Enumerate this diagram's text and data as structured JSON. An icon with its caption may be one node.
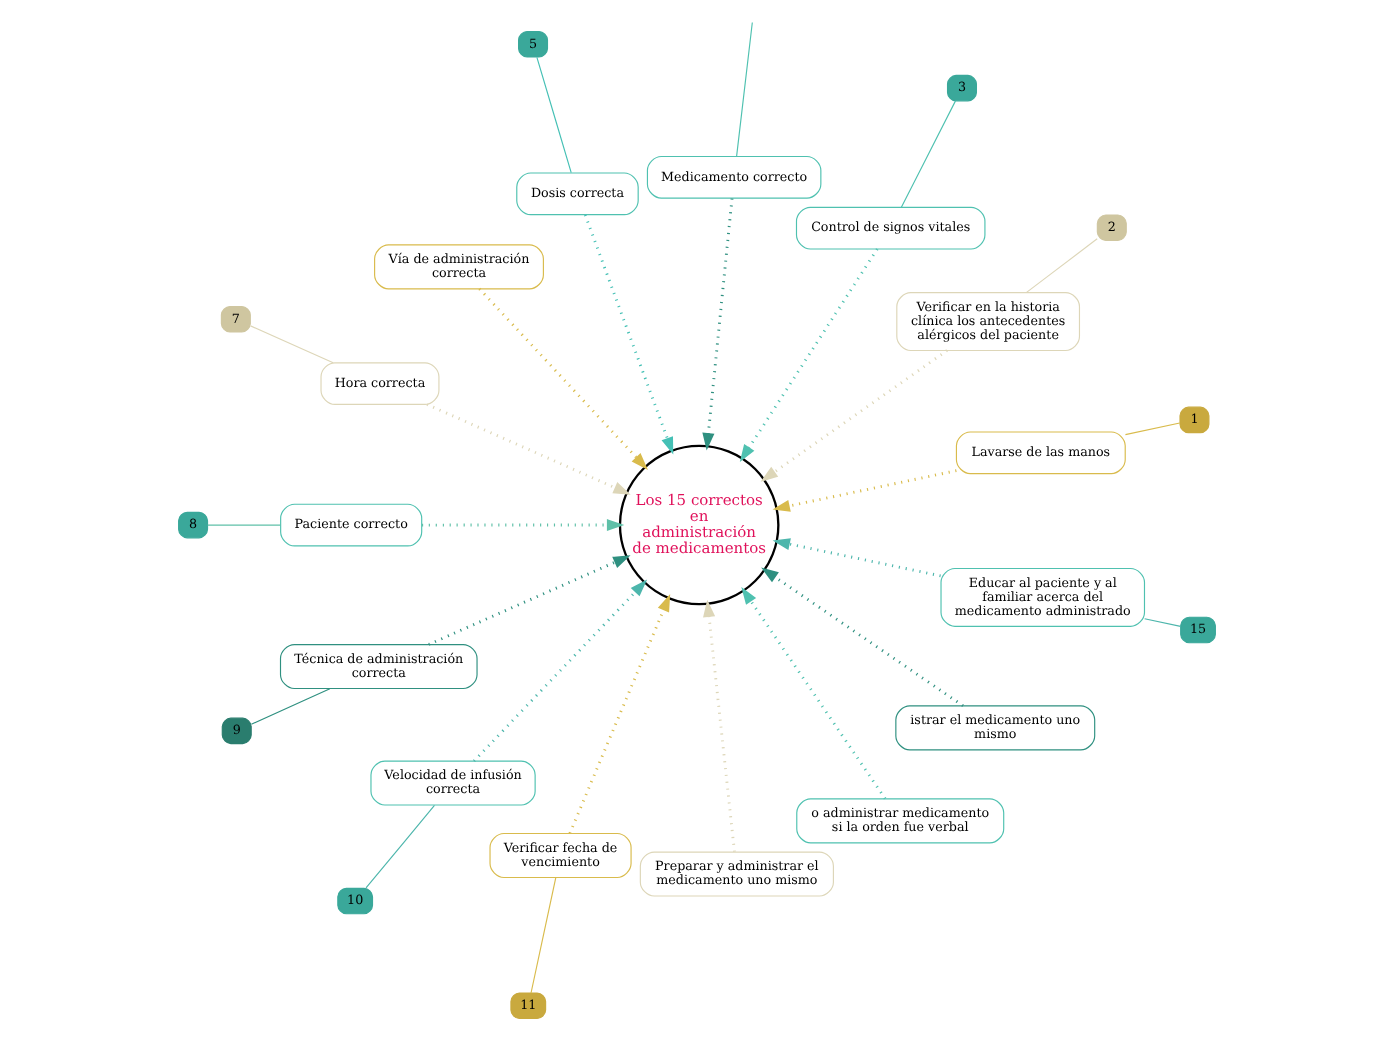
{
  "diagram": {
    "nodes": [
      {
        "text": [
          "Los 15 correctos en administración de medicamentos"
        ]
      },
      {
        "text": [
          "Lavarse de las manos"
        ]
      },
      {
        "text": [
          "1"
        ]
      },
      {
        "text": [
          "Verificar en la historia clínica los antecedentes alérgicos del paciente"
        ]
      },
      {
        "text": [
          "2"
        ]
      },
      {
        "text": [
          "Control de signos vitales"
        ]
      },
      {
        "text": [
          "3"
        ]
      },
      {
        "text": [
          "Medicamento correcto"
        ]
      },
      {
        "text": [
          "Dosis correcta"
        ]
      },
      {
        "text": [
          "5"
        ]
      },
      {
        "text": [
          "Vía de administración correcta"
        ]
      },
      {
        "text": [
          "Hora correcta"
        ]
      },
      {
        "text": [
          "7"
        ]
      },
      {
        "text": [
          "Paciente correcto"
        ]
      },
      {
        "text": [
          "8"
        ]
      },
      {
        "text": [
          "Técnica de administración correcta"
        ]
      },
      {
        "text": [
          "9"
        ]
      },
      {
        "text": [
          "Velocidad de infusión correcta"
        ]
      },
      {
        "text": [
          "10"
        ]
      },
      {
        "text": [
          "Verificar fecha de vencimiento"
        ]
      },
      {
        "text": [
          "11"
        ]
      },
      {
        "text": [
          "Preparar y administrar el medicamento uno mismo"
        ]
      },
      {
        "text": [
          "o administrar medicamento si la orden fue verbal"
        ]
      },
      {
        "text": [
          "istrar el medicamento uno mismo"
        ]
      },
      {
        "text": [
          "Educar al paciente y al familiar acerca del medicamento administrado"
        ]
      },
      {
        "text": [
          "15"
        ]
      }
    ],
    "edges": [
      {
        "from": 1,
        "to": 0,
        "arrow": "to",
        "style": "dashed",
        "color": "#d9bb4c"
      },
      {
        "from": 2,
        "to": 1,
        "arrow": "none",
        "color": "#d9bb4c"
      },
      {
        "from": 3,
        "to": 0,
        "arrow": "to",
        "style": "dashed",
        "color": "#ddd6b8"
      },
      {
        "from": 3,
        "to": 4,
        "arrow": "none",
        "color": "#ddd6b8"
      },
      {
        "from": 5,
        "to": 0,
        "arrow": "to",
        "style": "dashed",
        "color": "#4fc1b0"
      },
      {
        "from": 5,
        "to": 6,
        "arrow": "none",
        "color": "#4fc1b0"
      },
      {
        "from": 7,
        "to": 0,
        "arrow": "to",
        "style": "dashed",
        "color": "#2f9080"
      },
      {
        "from": 7,
        "to": null,
        "arrow": "none",
        "color": "#4fc1b0"
      },
      {
        "from": 8,
        "to": 0,
        "arrow": "to",
        "style": "dashed",
        "color": "#45c0b5"
      },
      {
        "from": 8,
        "to": 9,
        "arrow": "none",
        "color": "#45c0b5"
      },
      {
        "from": 10,
        "to": 0,
        "arrow": "to",
        "style": "dashed",
        "color": "#d9bb4c"
      },
      {
        "from": 11,
        "to": 0,
        "arrow": "to",
        "style": "dashed",
        "color": "#ddd6b8"
      },
      {
        "from": 11,
        "to": 12,
        "arrow": "none",
        "color": "#ddd6b8"
      },
      {
        "from": 13,
        "to": 0,
        "arrow": "to",
        "style": "dashed",
        "color": "#5fc0a8"
      },
      {
        "from": 13,
        "to": 14,
        "arrow": "none",
        "color": "#5fc0a8"
      },
      {
        "from": 15,
        "to": 0,
        "arrow": "to",
        "style": "dashed",
        "color": "#2f9080"
      },
      {
        "from": 15,
        "to": 16,
        "arrow": "none",
        "color": "#2f9080"
      },
      {
        "from": 17,
        "to": 0,
        "arrow": "to",
        "style": "dashed",
        "color": "#4db6ac"
      },
      {
        "from": 18,
        "to": 17,
        "arrow": "none",
        "color": "#4db6ac"
      },
      {
        "from": 19,
        "to": 0,
        "arrow": "to",
        "style": "dashed",
        "color": "#d9bb4c"
      },
      {
        "from": 20,
        "to": 19,
        "arrow": "none",
        "color": "#d9bb4c"
      },
      {
        "from": 21,
        "to": 0,
        "arrow": "to",
        "style": "dashed",
        "color": "#ddd6b8"
      },
      {
        "from": 22,
        "to": 0,
        "arrow": "to",
        "style": "dashed",
        "color": "#4fc1b0"
      },
      {
        "from": 23,
        "to": 0,
        "arrow": "to",
        "style": "dashed",
        "color": "#2f9080"
      },
      {
        "from": 24,
        "to": 0,
        "arrow": "to",
        "style": "dashed",
        "color": "#4db6ac"
      },
      {
        "from": 25,
        "to": 24,
        "arrow": "none",
        "color": "#4db6ac"
      }
    ]
  }
}
